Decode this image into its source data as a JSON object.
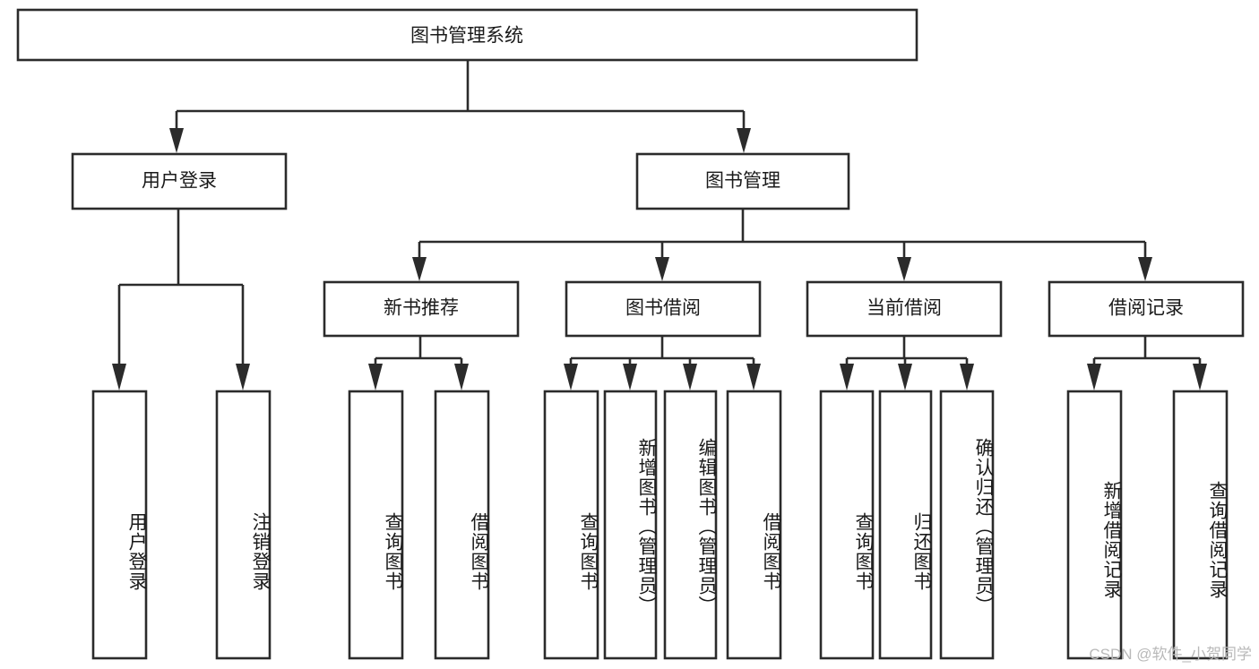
{
  "diagram": {
    "type": "tree",
    "title": "图书管理系统",
    "root": {
      "label": "图书管理系统"
    },
    "level2": [
      {
        "label": "用户登录"
      },
      {
        "label": "图书管理"
      }
    ],
    "level3": [
      {
        "label": "新书推荐"
      },
      {
        "label": "图书借阅"
      },
      {
        "label": "当前借阅"
      },
      {
        "label": "借阅记录"
      }
    ],
    "leaves": {
      "user_login": [
        {
          "label": "用户登录"
        },
        {
          "label": "注销登录"
        }
      ],
      "new_book_recommend": [
        {
          "label": "查询图书"
        },
        {
          "label": "借阅图书"
        }
      ],
      "book_borrow": [
        {
          "label": "查询图书"
        },
        {
          "label": "新增图书（管理员）"
        },
        {
          "label": "编辑图书（管理员）"
        },
        {
          "label": "借阅图书"
        }
      ],
      "current_borrow": [
        {
          "label": "查询图书"
        },
        {
          "label": "归还图书"
        },
        {
          "label": "确认归还（管理员）"
        }
      ],
      "borrow_record": [
        {
          "label": "新增借阅记录"
        },
        {
          "label": "查询借阅记录"
        }
      ]
    }
  },
  "watermark": {
    "text": "CSDN @软件_小贺同学"
  },
  "colors": {
    "stroke": "#2b2b2b",
    "box_fill": "#ffffff",
    "text": "#1a1a1a",
    "watermark": "#b9b9b9",
    "background": "#ffffff"
  }
}
